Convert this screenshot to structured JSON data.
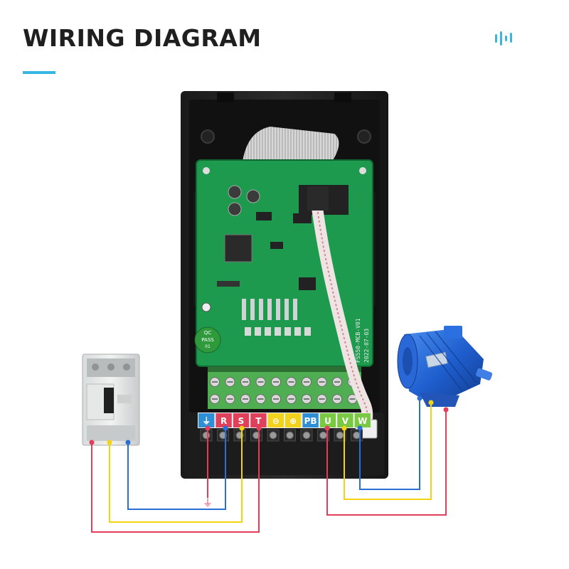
{
  "header": {
    "title": "WIRING DIAGRAM"
  },
  "brand": {
    "icon": "wave-bars-icon",
    "color": "#36b7e3"
  },
  "inverter": {
    "terminals": [
      {
        "label": "⏚",
        "color": "#2f8fd6"
      },
      {
        "label": "R",
        "color": "#e0405a"
      },
      {
        "label": "S",
        "color": "#e0405a"
      },
      {
        "label": "T",
        "color": "#e0405a"
      },
      {
        "label": "⊖",
        "color": "#f2d21c"
      },
      {
        "label": "⊕",
        "color": "#f2d21c"
      },
      {
        "label": "PB",
        "color": "#2f8fd6"
      },
      {
        "label": "U",
        "color": "#7ac943"
      },
      {
        "label": "V",
        "color": "#7ac943"
      },
      {
        "label": "W",
        "color": "#7ac943"
      }
    ],
    "board_text": [
      "FS550-MCB-V01",
      "2022-07-03"
    ],
    "qc_label": [
      "QC",
      "PASS",
      "01"
    ]
  },
  "wires": {
    "red": "#e23d5b",
    "yellow": "#f3d312",
    "blue": "#2a6fd6",
    "ground": "#e23d5b"
  },
  "ground_symbol": "⏚"
}
